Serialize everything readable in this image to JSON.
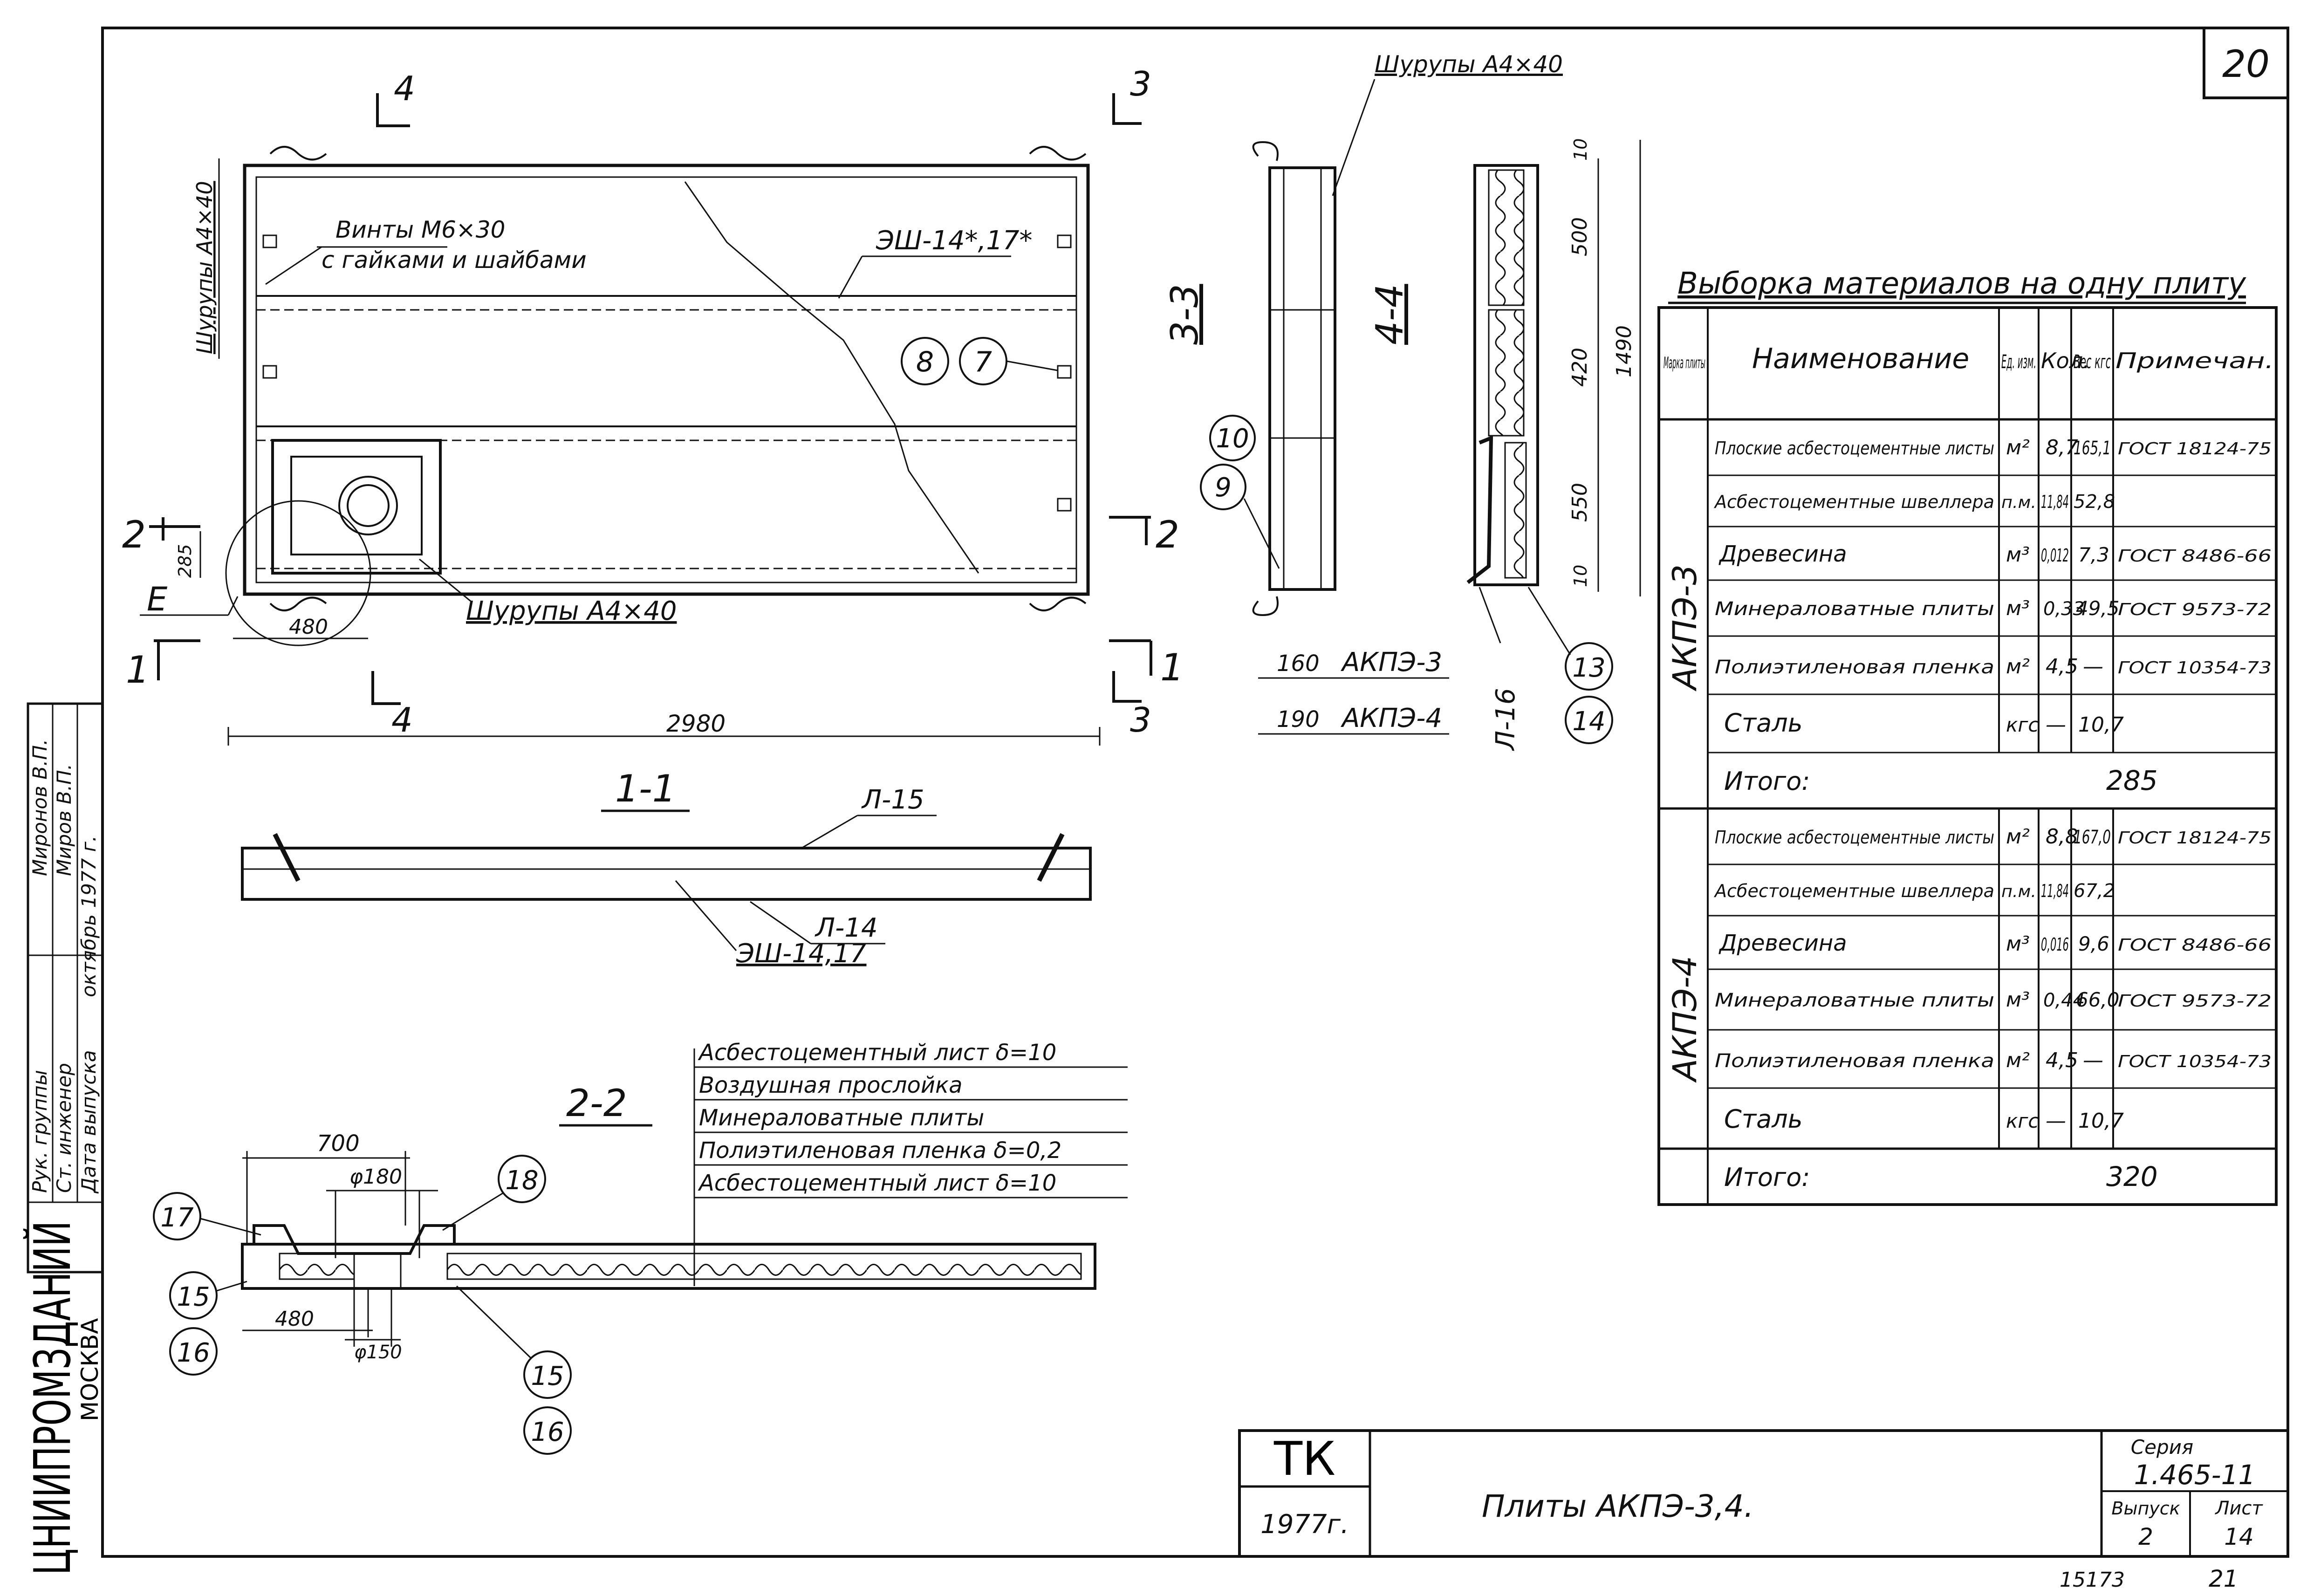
{
  "sheet": {
    "page_number": "20",
    "bottom_codes": [
      "15173",
      "21"
    ]
  },
  "publisher": {
    "logo_text": "ЦНИИПРОМЗДАНИЙ",
    "city": "МОСКВА"
  },
  "stamp": {
    "rows": [
      {
        "role": "Рук. группы",
        "name": "Миронов В.П."
      },
      {
        "role": "Ст. инженер",
        "name": "Миров В.П."
      },
      {
        "role": "Дата выпуска",
        "name": "октябрь 1977 г."
      }
    ]
  },
  "title_block": {
    "org": "ТК",
    "year": "1977г.",
    "title": "Плиты АКПЭ-3,4.",
    "series_label": "Серия",
    "series_value": "1.465-11",
    "issue_label": "Выпуск",
    "issue_value": "2",
    "sheet_label": "Лист",
    "sheet_value": "14"
  },
  "plan_view": {
    "section_marks": [
      "4",
      "3",
      "2",
      "2",
      "1",
      "1",
      "4",
      "3"
    ],
    "label_screws_vertical": "Шурупы А4×40",
    "label_bolts_1": "Винты М6×30",
    "label_bolts_2": "с гайками и шайбами",
    "label_channel": "ЭШ-14*,17*",
    "callouts": [
      "8",
      "7"
    ],
    "dim_285": "285",
    "node_label": "Е",
    "dim_480": "480",
    "label_screws_bottom": "Шурупы А4×40",
    "dim_total": "2980"
  },
  "section_3_3": {
    "title": "3-3",
    "label_screws": "Шурупы А4×40",
    "callouts": [
      "10",
      "9"
    ],
    "thickness_rows": [
      {
        "dim": "160",
        "brand": "АКПЭ-3"
      },
      {
        "dim": "190",
        "brand": "АКПЭ-4"
      }
    ]
  },
  "section_4_4": {
    "title": "4-4",
    "dims": [
      "10",
      "500",
      "420",
      "550",
      "10"
    ],
    "overall": "1490",
    "label_part": "Л-16",
    "callouts": [
      "13",
      "14"
    ]
  },
  "section_1_1": {
    "title": "1-1",
    "labels": [
      "Л-15",
      "Л-14",
      "ЭШ-14,17"
    ]
  },
  "section_2_2": {
    "title": "2-2",
    "layers": [
      "Асбестоцементный лист δ=10",
      "Воздушная прослойка",
      "Минераловатные плиты",
      "Полиэтиленовая пленка δ=0,2",
      "Асбестоцементный лист δ=10"
    ],
    "dims": [
      "700",
      "φ180",
      "480",
      "φ150"
    ],
    "callouts": [
      "17",
      "18",
      "15",
      "16",
      "15",
      "16"
    ]
  },
  "materials_table": {
    "title": "Выборка материалов на одну плиту",
    "headers": [
      "Марка плиты",
      "Наименование",
      "Ед. изм.",
      "Кол.",
      "Вес кгс",
      "Примечан."
    ],
    "groups": [
      {
        "brand": "АКПЭ-3",
        "rows": [
          {
            "name": "Плоские асбестоцементные листы",
            "unit": "м²",
            "qty": "8,7",
            "weight": "165,1",
            "note": "ГОСТ 18124-75"
          },
          {
            "name": "Асбестоцементные швеллера",
            "unit": "п.м.",
            "qty": "11,84",
            "weight": "52,8",
            "note": ""
          },
          {
            "name": "Древесина",
            "unit": "м³",
            "qty": "0,012",
            "weight": "7,3",
            "note": "ГОСТ 8486-66"
          },
          {
            "name": "Минераловатные плиты",
            "unit": "м³",
            "qty": "0,33",
            "weight": "49,5",
            "note": "ГОСТ 9573-72"
          },
          {
            "name": "Полиэтиленовая пленка",
            "unit": "м²",
            "qty": "4,5",
            "weight": "—",
            "note": "ГОСТ 10354-73"
          },
          {
            "name": "Сталь",
            "unit": "кгс",
            "qty": "—",
            "weight": "10,7",
            "note": ""
          }
        ],
        "total_label": "Итого:",
        "total": "285"
      },
      {
        "brand": "АКПЭ-4",
        "rows": [
          {
            "name": "Плоские асбестоцементные листы",
            "unit": "м²",
            "qty": "8,8",
            "weight": "167,0",
            "note": "ГОСТ 18124-75"
          },
          {
            "name": "Асбестоцементные швеллера",
            "unit": "п.м.",
            "qty": "11,84",
            "weight": "67,2",
            "note": ""
          },
          {
            "name": "Древесина",
            "unit": "м³",
            "qty": "0,016",
            "weight": "9,6",
            "note": "ГОСТ 8486-66"
          },
          {
            "name": "Минераловатные плиты",
            "unit": "м³",
            "qty": "0,44",
            "weight": "66,0",
            "note": "ГОСТ 9573-72"
          },
          {
            "name": "Полиэтиленовая пленка",
            "unit": "м²",
            "qty": "4,5",
            "weight": "—",
            "note": "ГОСТ 10354-73"
          },
          {
            "name": "Сталь",
            "unit": "кгс",
            "qty": "—",
            "weight": "10,7",
            "note": ""
          }
        ],
        "total_label": "Итого:",
        "total": "320"
      }
    ]
  }
}
